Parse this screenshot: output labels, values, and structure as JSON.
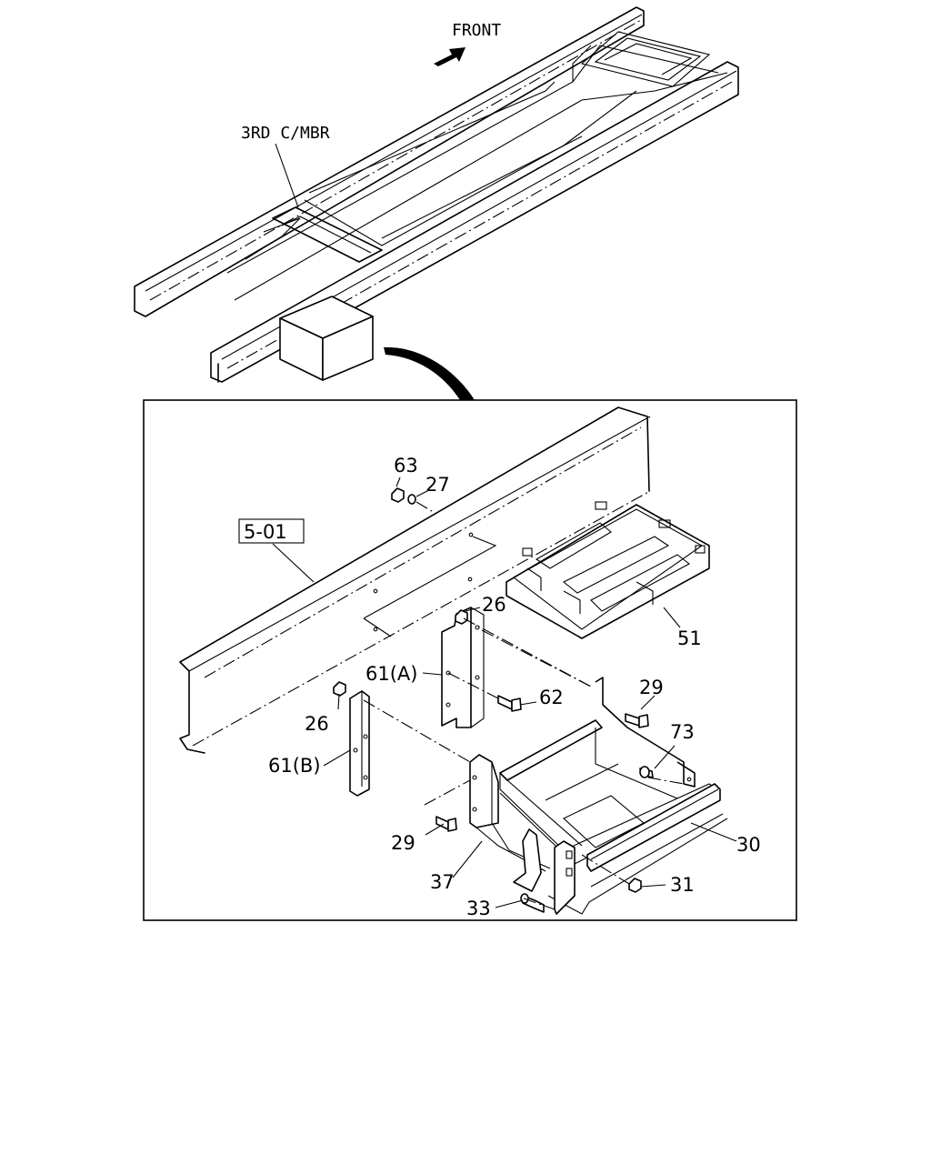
{
  "labels": {
    "front": "FRONT",
    "third_crossmember": "3RD C/MBR",
    "ref_box": "5-01",
    "p63": "63",
    "p27": "27",
    "p26_top": "26",
    "p26_left": "26",
    "p61a": "61(A)",
    "p61b": "61(B)",
    "p62": "62",
    "p51": "51",
    "p29_right": "29",
    "p29_left": "29",
    "p73": "73",
    "p30": "30",
    "p31": "31",
    "p37": "37",
    "p33": "33"
  },
  "icons": {
    "direction": "front-arrow-icon",
    "callout": "curved-callout-arrow-icon"
  },
  "colors": {
    "ink": "#000000",
    "paper": "#ffffff"
  }
}
